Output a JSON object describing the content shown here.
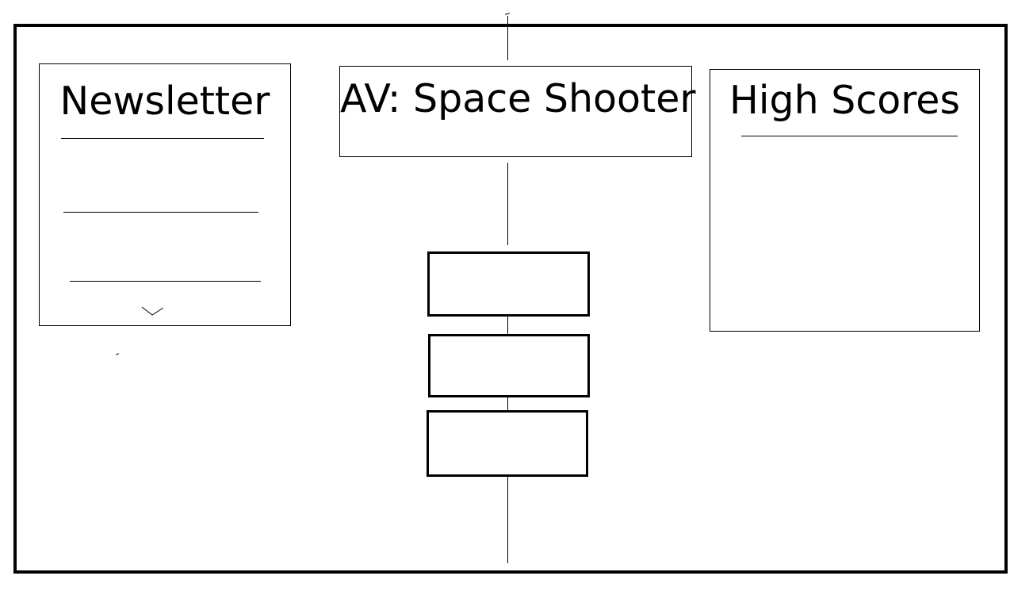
{
  "newsletter": {
    "title": "Newsletter"
  },
  "header": {
    "title": "AV: Space Shooter"
  },
  "high_scores": {
    "title": "High Scores"
  },
  "menu": {
    "buttons": [
      "",
      "",
      ""
    ]
  },
  "icons": {
    "dropdown": "chevron-down-icon"
  }
}
